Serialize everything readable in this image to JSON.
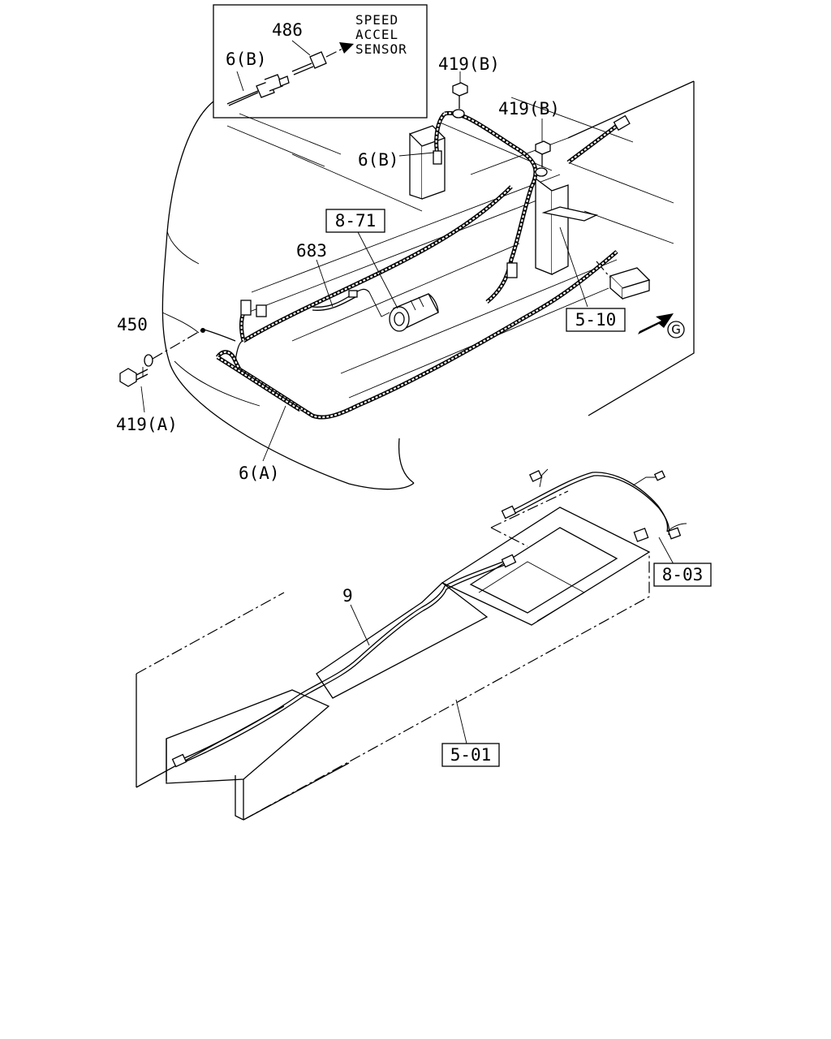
{
  "inset": {
    "part_number": "486",
    "harness_label": "6(B)",
    "sensor_text": [
      "SPEED",
      "ACCEL",
      "SENSOR"
    ]
  },
  "callouts": {
    "bolt_upper_left": "419(B)",
    "bolt_upper_right": "419(B)",
    "harness_b": "6(B)",
    "ref_8_71": "8-71",
    "part_683": "683",
    "ref_5_10": "5-10",
    "view_marker": "G",
    "washer": "450",
    "bolt_lower": "419(A)",
    "harness_a": "6(A)",
    "harness_9": "9",
    "ref_8_03": "8-03",
    "ref_5_01": "5-01"
  }
}
